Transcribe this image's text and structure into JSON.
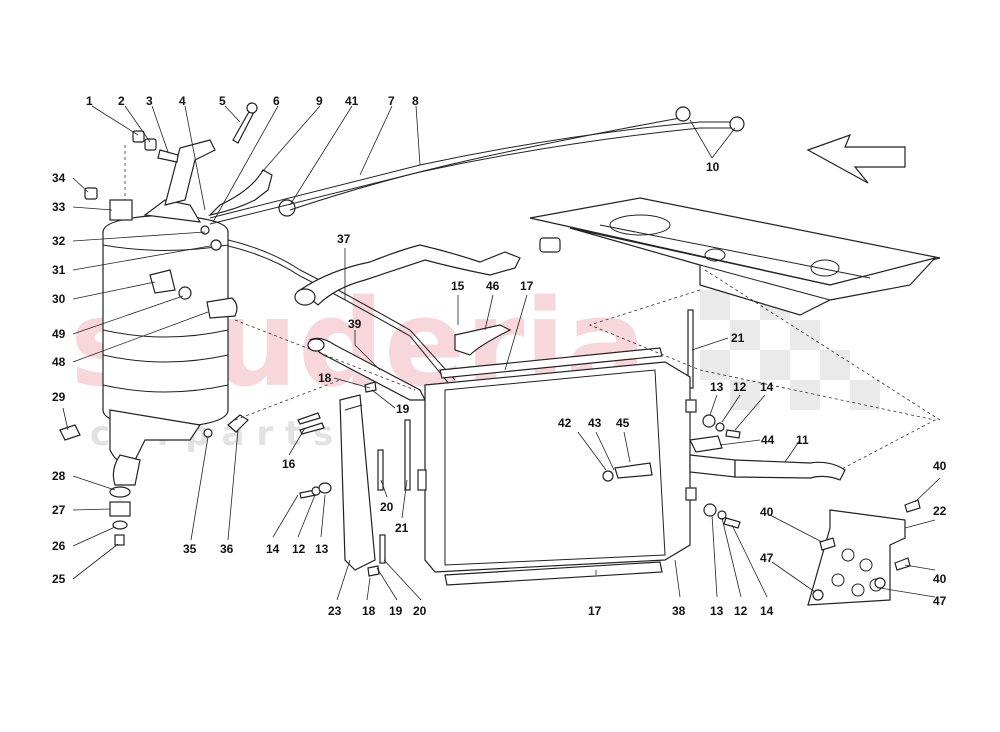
{
  "watermark": {
    "text": "scuderia",
    "subtext": "c a r   p a r t s",
    "color": "#f2b8c0"
  },
  "colors": {
    "line": "#222222",
    "background": "#ffffff"
  },
  "diagram_type": "exploded parts diagram",
  "direction_arrow": {
    "icon": "arrow-left-icon"
  },
  "callouts": [
    "1",
    "2",
    "3",
    "4",
    "5",
    "6",
    "9",
    "41",
    "7",
    "8",
    "10",
    "34",
    "33",
    "32",
    "31",
    "30",
    "49",
    "48",
    "29",
    "28",
    "27",
    "26",
    "25",
    "35",
    "36",
    "37",
    "15",
    "46",
    "17",
    "21",
    "39",
    "18",
    "19",
    "16",
    "14",
    "12",
    "13",
    "20",
    "21",
    "23",
    "18",
    "19",
    "20",
    "42",
    "43",
    "45",
    "13",
    "12",
    "14",
    "44",
    "11",
    "17",
    "38",
    "13",
    "12",
    "14",
    "40",
    "40",
    "22",
    "47",
    "40",
    "47"
  ]
}
